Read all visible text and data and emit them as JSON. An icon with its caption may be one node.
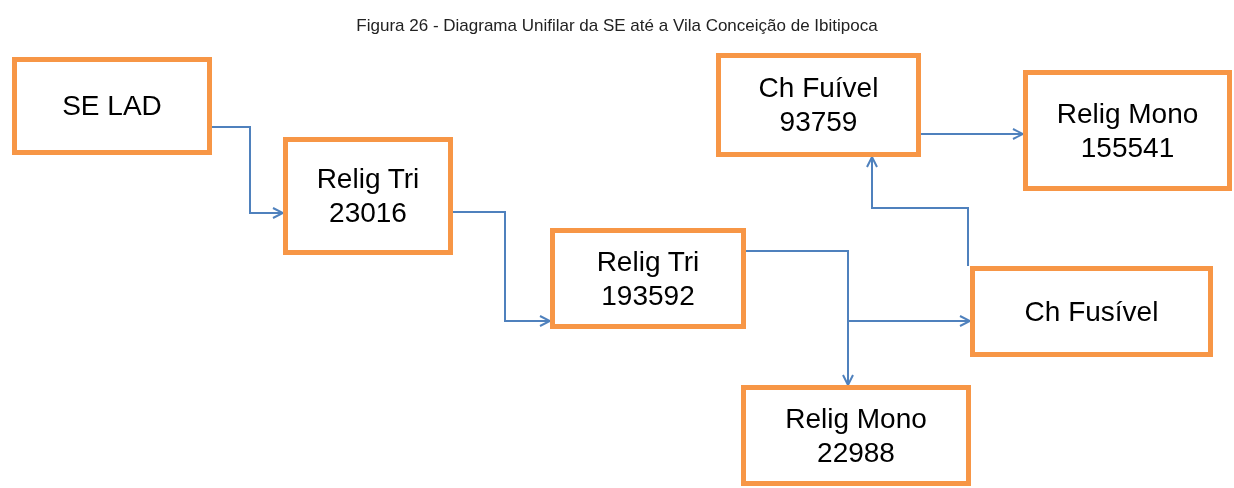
{
  "diagram": {
    "title": "Figura 26 - Diagrama Unifilar da SE até a Vila Conceição de Ibitipoca",
    "nodes": [
      {
        "text": [
          "SE LAD"
        ]
      },
      {
        "text": [
          "Relig Tri 23016"
        ]
      },
      {
        "text": [
          "Relig Tri 193592"
        ]
      },
      {
        "text": [
          "Ch Fuível 93759"
        ]
      },
      {
        "text": [
          "Relig Mono 155541"
        ]
      },
      {
        "text": [
          "Ch Fusível"
        ]
      },
      {
        "text": [
          "Relig Mono 22988"
        ]
      }
    ],
    "edges": [
      {
        "from": 0,
        "to": 1,
        "arrow": "to"
      },
      {
        "from": 1,
        "to": 2,
        "arrow": "to"
      },
      {
        "from": 2,
        "to": 5,
        "arrow": "to"
      },
      {
        "from": 2,
        "to": 6,
        "arrow": "to"
      },
      {
        "from": 5,
        "to": 3,
        "arrow": "to"
      },
      {
        "from": 3,
        "to": 4,
        "arrow": "to"
      }
    ]
  }
}
